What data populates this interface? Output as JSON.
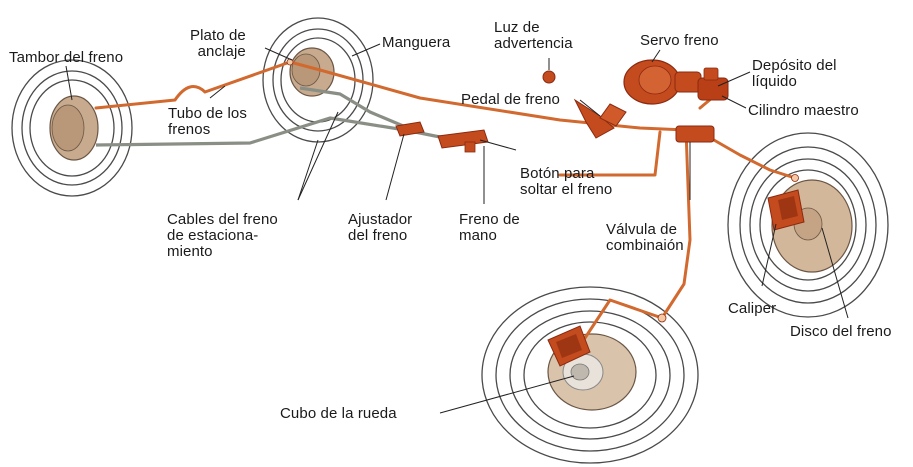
{
  "labels": {
    "tambor": "Tambor del freno",
    "plato": "Plato de\nanclaje",
    "manguera": "Manguera",
    "luz": "Luz de\nadvertencia",
    "servo": "Servo freno",
    "deposito": "Depósito del\nlíquido",
    "pedal": "Pedal de freno",
    "cilindro": "Cilindro maestro",
    "tubo": "Tubo de los\nfrenos",
    "boton": "Botón para\nsoltar el freno",
    "cables": "Cables del freno\nde estaciona-\nmiento",
    "ajustador": "Ajustador\ndel freno",
    "freno_mano": "Freno de\nmano",
    "valvula": "Válvula de\ncombinaión",
    "caliper": "Caliper",
    "disco": "Disco del freno",
    "cubo": "Cubo de la rueda"
  },
  "colors": {
    "brake_line": "#d2692e",
    "brake_dark": "#8b2a10",
    "cable": "#8a8f86",
    "drum": "#c8ab8e",
    "tire_line": "#4a4a4a",
    "leader": "#222222"
  }
}
